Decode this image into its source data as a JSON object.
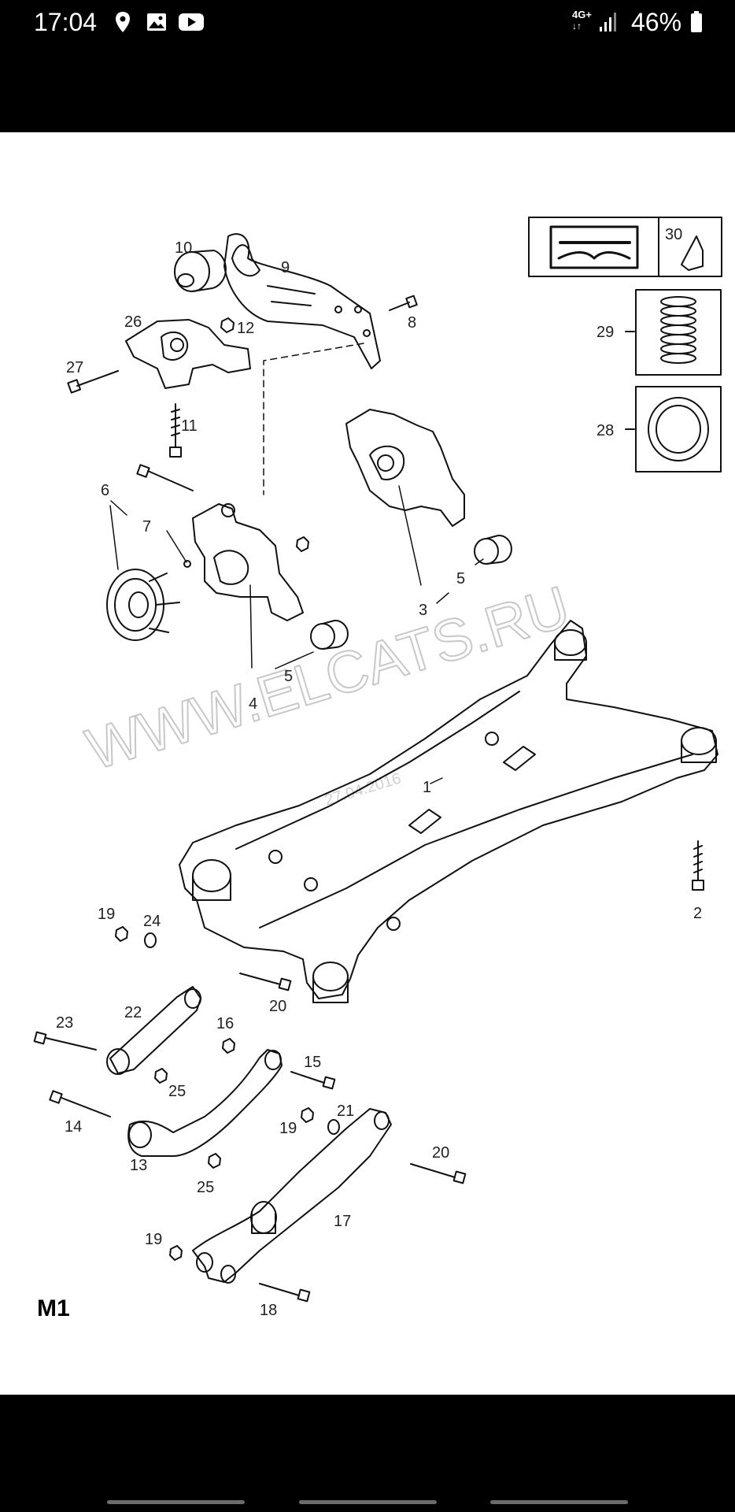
{
  "status_bar": {
    "time": "17:04",
    "network": "4G+",
    "battery_percent": "46%",
    "icons": [
      "location-icon",
      "gallery-icon",
      "youtube-icon",
      "signal-icon",
      "battery-icon"
    ]
  },
  "diagram": {
    "watermark": "WWW.ELCATS.RU",
    "date_stamp": "27.04.2016",
    "page_code": "M1",
    "part_numbers": {
      "p1": "1",
      "p2": "2",
      "p3": "3",
      "p4": "4",
      "p5a": "5",
      "p5b": "5",
      "p6": "6",
      "p7": "7",
      "p8": "8",
      "p9": "9",
      "p10": "10",
      "p11": "11",
      "p12": "12",
      "p13": "13",
      "p14": "14",
      "p15": "15",
      "p16": "16",
      "p17": "17",
      "p18": "18",
      "p19a": "19",
      "p19b": "19",
      "p19c": "19",
      "p20a": "20",
      "p20b": "20",
      "p21": "21",
      "p22": "22",
      "p23": "23",
      "p24": "24",
      "p25a": "25",
      "p25b": "25",
      "p26": "26",
      "p27": "27",
      "p28": "28",
      "p29": "29",
      "p30": "30"
    }
  }
}
